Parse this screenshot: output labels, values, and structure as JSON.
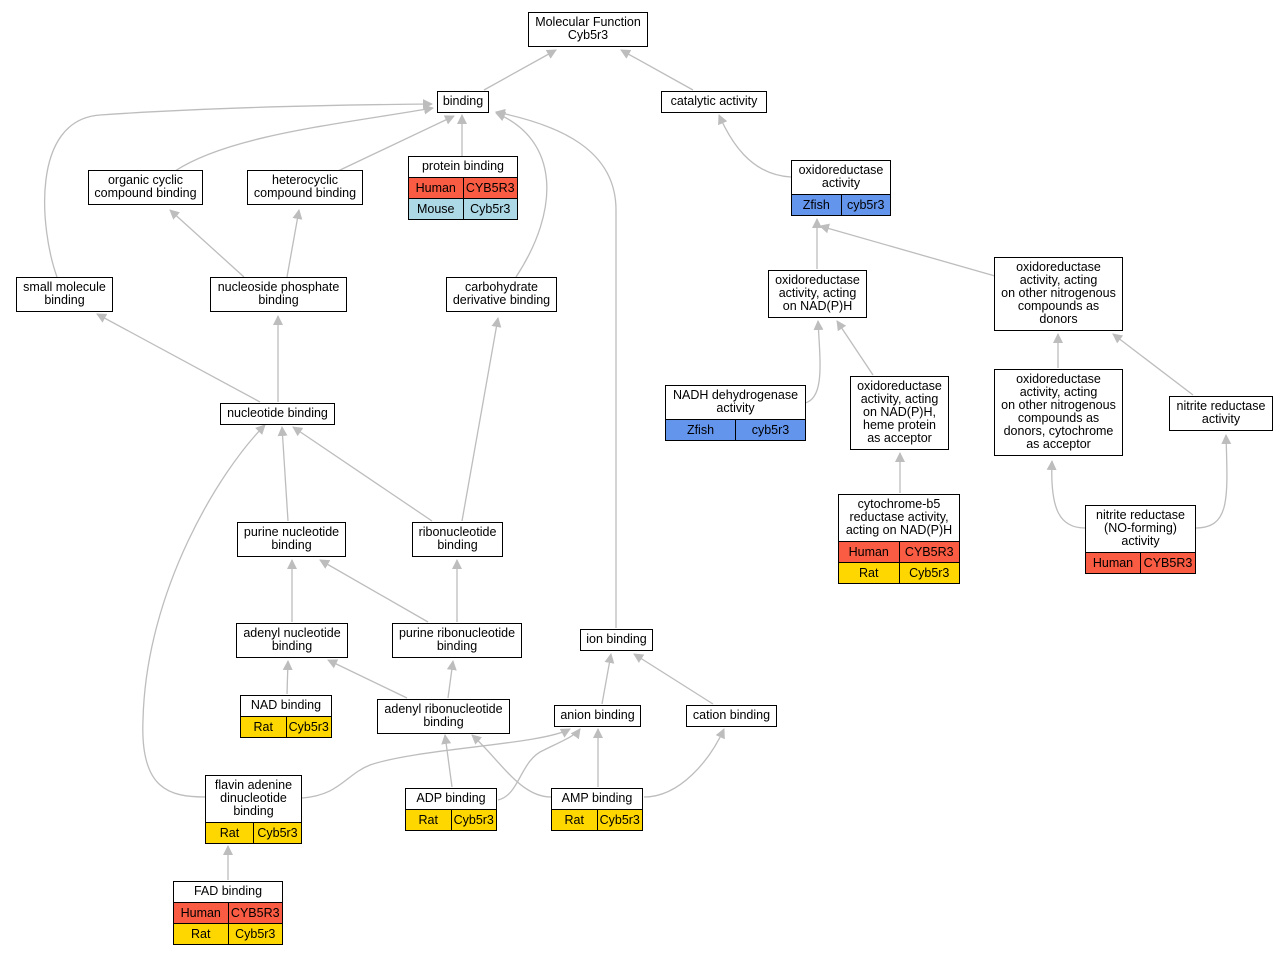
{
  "colors": {
    "Human": "#fa5c43",
    "Mouse": "#add8e6",
    "Rat": "#ffd700",
    "Zfish": "#6495ed",
    "edge": "#bdbdbd"
  },
  "nodes": {
    "mf": {
      "label": "Molecular Function\nCyb5r3"
    },
    "bind": {
      "label": "binding"
    },
    "cat": {
      "label": "catalytic activity"
    },
    "prot": {
      "label": "protein binding",
      "rows": [
        [
          "Human",
          "CYB5R3"
        ],
        [
          "Mouse",
          "Cyb5r3"
        ]
      ]
    },
    "ocyc": {
      "label": "organic cyclic\ncompound binding"
    },
    "het": {
      "label": "heterocyclic\ncompound binding"
    },
    "smol": {
      "label": "small molecule\nbinding"
    },
    "nps": {
      "label": "nucleoside phosphate\nbinding"
    },
    "carb": {
      "label": "carbohydrate\nderivative binding"
    },
    "oxred": {
      "label": "oxidoreductase\nactivity",
      "rows": [
        [
          "Zfish",
          "cyb5r3"
        ]
      ]
    },
    "oxnadph": {
      "label": "oxidoreductase\nactivity, acting\non NAD(P)H"
    },
    "oxnitro": {
      "label": "oxidoreductase\nactivity, acting\non other nitrogenous\ncompounds as\ndonors"
    },
    "nadhdh": {
      "label": "NADH dehydrogenase\nactivity",
      "rows": [
        [
          "Zfish",
          "cyb5r3"
        ]
      ]
    },
    "oxheme": {
      "label": "oxidoreductase\nactivity, acting\non NAD(P)H,\nheme protein\nas acceptor"
    },
    "oxcyt": {
      "label": "oxidoreductase\nactivity, acting\non other nitrogenous\ncompounds as\ndonors, cytochrome\nas acceptor"
    },
    "nitred": {
      "label": "nitrite reductase\nactivity"
    },
    "cytb5": {
      "label": "cytochrome-b5\nreductase activity,\nacting on NAD(P)H",
      "rows": [
        [
          "Human",
          "CYB5R3"
        ],
        [
          "Rat",
          "Cyb5r3"
        ]
      ]
    },
    "nitno": {
      "label": "nitrite reductase\n(NO-forming)\nactivity",
      "rows": [
        [
          "Human",
          "CYB5R3"
        ]
      ]
    },
    "nucl": {
      "label": "nucleotide binding"
    },
    "purnuc": {
      "label": "purine nucleotide\nbinding"
    },
    "ribo": {
      "label": "ribonucleotide\nbinding"
    },
    "adnuc": {
      "label": "adenyl nucleotide\nbinding"
    },
    "purribo": {
      "label": "purine ribonucleotide\nbinding"
    },
    "ion": {
      "label": "ion binding"
    },
    "nad": {
      "label": "NAD binding",
      "rows": [
        [
          "Rat",
          "Cyb5r3"
        ]
      ]
    },
    "adribo": {
      "label": "adenyl ribonucleotide\nbinding"
    },
    "anion": {
      "label": "anion binding"
    },
    "cation": {
      "label": "cation binding"
    },
    "fadn": {
      "label": "flavin adenine\ndinucleotide\nbinding",
      "rows": [
        [
          "Rat",
          "Cyb5r3"
        ]
      ]
    },
    "adp": {
      "label": "ADP binding",
      "rows": [
        [
          "Rat",
          "Cyb5r3"
        ]
      ]
    },
    "amp": {
      "label": "AMP binding",
      "rows": [
        [
          "Rat",
          "Cyb5r3"
        ]
      ]
    },
    "fad": {
      "label": "FAD binding",
      "rows": [
        [
          "Human",
          "CYB5R3"
        ],
        [
          "Rat",
          "Cyb5r3"
        ]
      ]
    }
  }
}
